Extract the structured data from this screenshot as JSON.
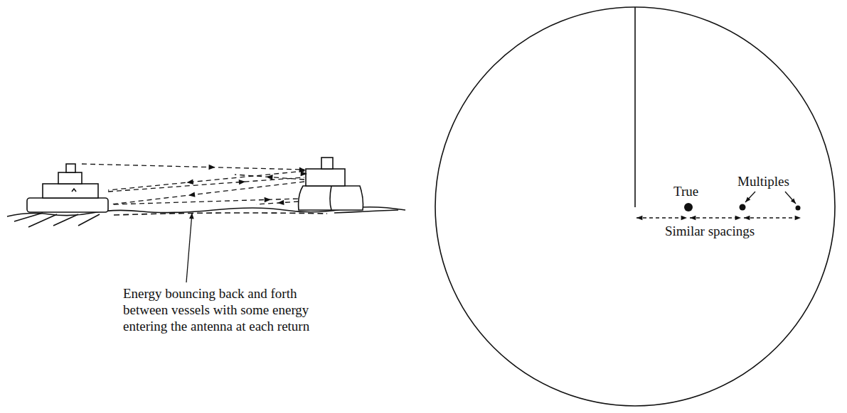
{
  "diagram": {
    "labels": [
      "Energy bouncing back and forth between vessels with some energy entering the antenna at each return",
      "True",
      "Multiples",
      "Similar spacings"
    ]
  }
}
